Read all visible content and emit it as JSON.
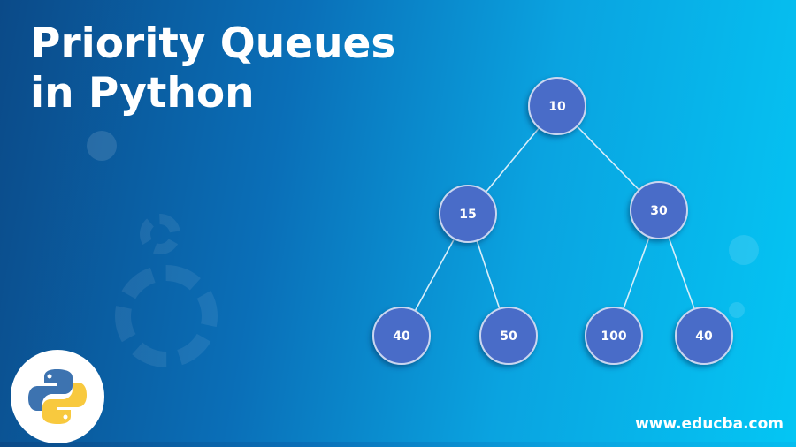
{
  "title_lines": [
    "Priority Queues",
    "in Python"
  ],
  "tree": {
    "nodes": [
      {
        "id": "n1",
        "label": "10"
      },
      {
        "id": "n2",
        "label": "15"
      },
      {
        "id": "n3",
        "label": "30"
      },
      {
        "id": "n4",
        "label": "40"
      },
      {
        "id": "n5",
        "label": "50"
      },
      {
        "id": "n6",
        "label": "100"
      },
      {
        "id": "n7",
        "label": "40"
      }
    ],
    "edges": [
      [
        "n1",
        "n2"
      ],
      [
        "n1",
        "n3"
      ],
      [
        "n2",
        "n4"
      ],
      [
        "n2",
        "n5"
      ],
      [
        "n3",
        "n6"
      ],
      [
        "n3",
        "n7"
      ]
    ]
  },
  "logo_icon": "python-logo-icon",
  "website": "www.educba.com",
  "colors": {
    "node_fill": "#4a6cc8",
    "node_border": "#c9d6f0",
    "edge": "#d8eefa"
  }
}
